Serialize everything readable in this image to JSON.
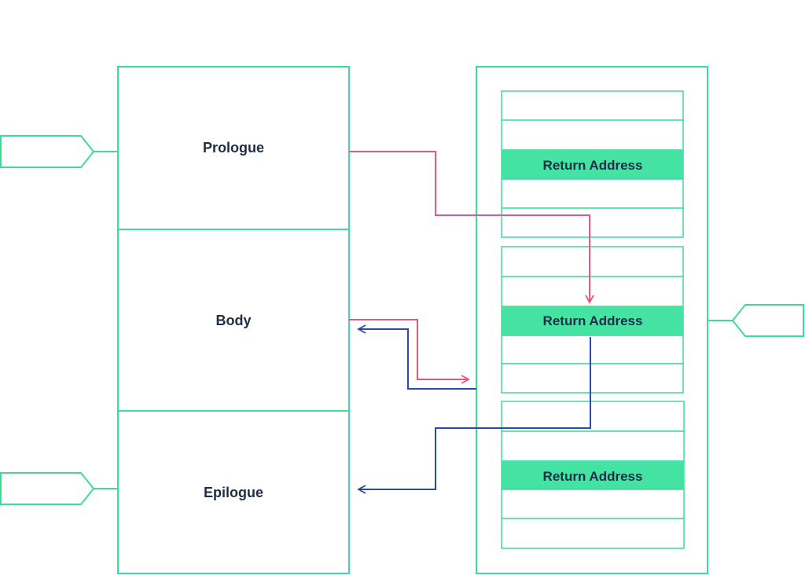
{
  "function_sections": {
    "prologue": "Prologue",
    "body": "Body",
    "epilogue": "Epilogue"
  },
  "stack_frames": [
    {
      "return_address_label": "Return Address"
    },
    {
      "return_address_label": "Return Address"
    },
    {
      "return_address_label": "Return Address"
    }
  ],
  "colors": {
    "outline": "#3ddc97",
    "return_address_fill": "#44e3a4",
    "call_arrow": "#f0527a",
    "return_arrow": "#2b4aa8",
    "text": "#1f2d47"
  }
}
